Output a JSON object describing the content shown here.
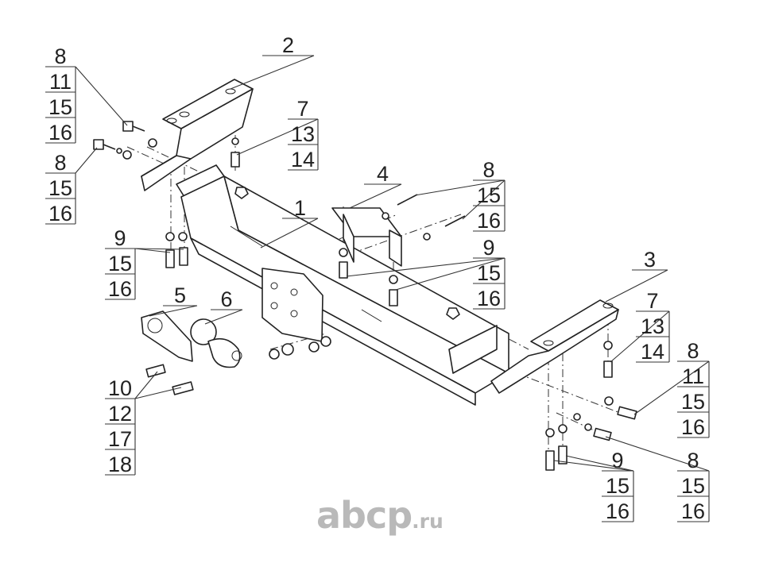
{
  "callouts": [
    {
      "id": "g0",
      "numbers": [
        "8",
        "11",
        "15",
        "16"
      ]
    },
    {
      "id": "g1",
      "numbers": [
        "2"
      ]
    },
    {
      "id": "g2",
      "numbers": [
        "7",
        "13",
        "14"
      ]
    },
    {
      "id": "g3",
      "numbers": [
        "8",
        "15",
        "16"
      ]
    },
    {
      "id": "g4",
      "numbers": [
        "9",
        "15",
        "16"
      ]
    },
    {
      "id": "g5",
      "numbers": [
        "4"
      ]
    },
    {
      "id": "g6",
      "numbers": [
        "1"
      ]
    },
    {
      "id": "g7",
      "numbers": [
        "8",
        "15",
        "16"
      ]
    },
    {
      "id": "g8",
      "numbers": [
        "9",
        "15",
        "16"
      ]
    },
    {
      "id": "g9",
      "numbers": [
        "5"
      ]
    },
    {
      "id": "g10",
      "numbers": [
        "6"
      ]
    },
    {
      "id": "g11",
      "numbers": [
        "3"
      ]
    },
    {
      "id": "g12",
      "numbers": [
        "7",
        "13",
        "14"
      ]
    },
    {
      "id": "g13",
      "numbers": [
        "8",
        "11",
        "15",
        "16"
      ]
    },
    {
      "id": "g14",
      "numbers": [
        "10",
        "12",
        "17",
        "18"
      ]
    },
    {
      "id": "g15",
      "numbers": [
        "9",
        "15",
        "16"
      ]
    },
    {
      "id": "g16",
      "numbers": [
        "8",
        "15",
        "16"
      ]
    }
  ],
  "watermark": {
    "brand": "abcp",
    "suffix": ".ru",
    "color": "#b9b9b9"
  }
}
